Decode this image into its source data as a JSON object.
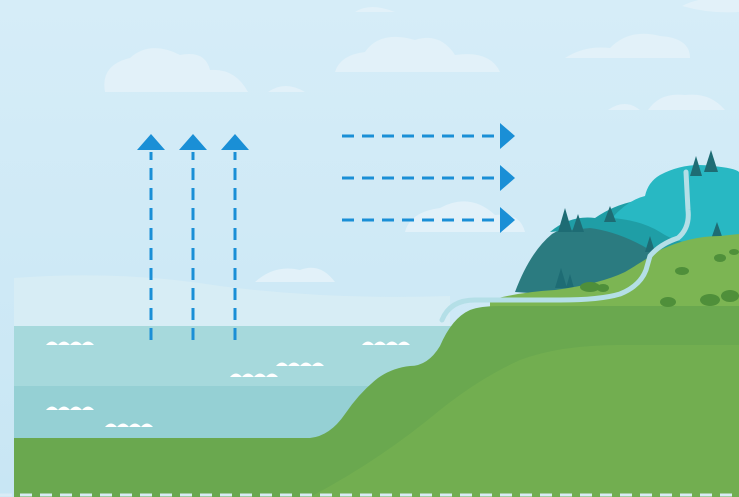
{
  "diagram": {
    "subject": "water-cycle",
    "colors": {
      "sky_top": "#d6edf8",
      "sky_bottom": "#c8e6f4",
      "cloud": "#e2f1f9",
      "sea_surface": "#a6d9dc",
      "sea_deep": "#95d0d4",
      "land_light": "#7cb553",
      "land_dark": "#6aa84f",
      "mountain_far": "#2b7b80",
      "mountain_mid": "#1f9ea6",
      "mountain_near": "#28b8c3",
      "river": "#b4dfe7",
      "arrow": "#1a8fd6",
      "tree": "#1e6c74",
      "bush": "#4f8f3a"
    },
    "evaporation_arrows": 3,
    "wind_arrows": 3
  }
}
